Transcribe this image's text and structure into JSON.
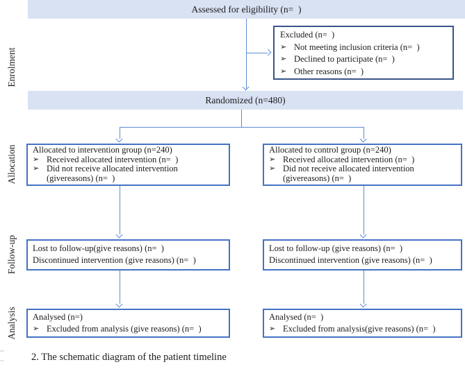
{
  "palette": {
    "band_fill": "#d9e2f3",
    "box_border": "#4472c4",
    "excluded_border": "#38548a",
    "line_color": "#5c8bd6",
    "text_color": "#1b1b1b"
  },
  "glyphs": {
    "bullet": "➢"
  },
  "side_labels": {
    "enrolment": "Enrolment",
    "allocation": "Allocation",
    "follow_up": "Follow-up",
    "analysis": "Analysis"
  },
  "flow": {
    "assessed_band": "Assessed for eligibility (n=  )",
    "excluded": {
      "title": "Excluded (n=  )",
      "items": [
        "Not meeting inclusion criteria (n=  )",
        "Declined to participate (n=  )",
        "Other reasons (n=  )"
      ]
    },
    "randomized_band": "Randomized (n=480)",
    "allocation_left": {
      "title": "Allocated to intervention group (n=240)",
      "items": [
        "Received allocated intervention (n=  )",
        "Did not receive allocated intervention (givereasons) (n=  )"
      ]
    },
    "allocation_right": {
      "title": "Allocated to control group (n=240)",
      "items": [
        "Received allocated intervention (n=  )",
        "Did not receive allocated intervention (givereasons) (n=  )"
      ]
    },
    "followup_left": {
      "lines": [
        "Lost to follow-up(give reasons) (n=  )",
        "Discontinued intervention (give reasons) (n=  )"
      ]
    },
    "followup_right": {
      "lines": [
        "Lost to follow-up (give reasons) (n=  )",
        "Discontinued intervention (give reasons) (n=  )"
      ]
    },
    "analysis_left": {
      "title": "Analysed (n=)",
      "items": [
        "Excluded from analysis (give reasons) (n=  )"
      ]
    },
    "analysis_right": {
      "title": "Analysed (n=  )",
      "items": [
        "Excluded from analysis(give reasons) (n=  )"
      ]
    }
  },
  "caption": "2. The schematic diagram of the patient timeline"
}
